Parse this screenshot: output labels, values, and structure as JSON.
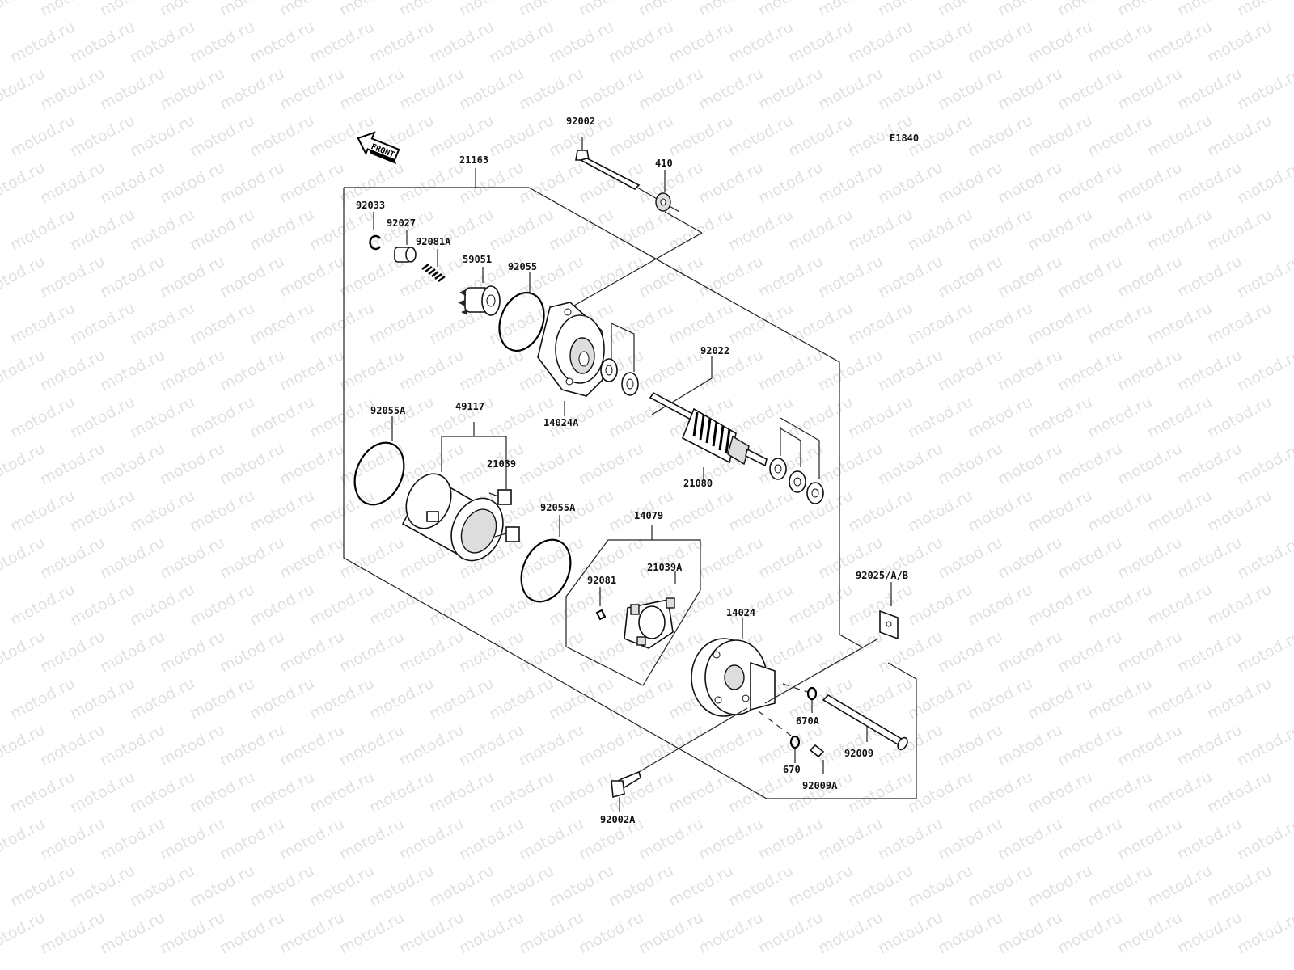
{
  "diagram": {
    "code": "E1840",
    "watermark": "motod.ru",
    "front_label": "FRONT",
    "labels": {
      "p92002": "92002",
      "p410": "410",
      "p21163": "21163",
      "p92033": "92033",
      "p92027": "92027",
      "p92081A": "92081A",
      "p59051": "59051",
      "p92055": "92055",
      "p92022": "92022",
      "p14024A": "14024A",
      "p92055A_1": "92055A",
      "p49117": "49117",
      "p21039": "21039",
      "p21080": "21080",
      "p92055A_2": "92055A",
      "p14079": "14079",
      "p92081": "92081",
      "p21039A": "21039A",
      "p92025": "92025/A/B",
      "p14024": "14024",
      "p670A": "670A",
      "p92009": "92009",
      "p670": "670",
      "p92009A": "92009A",
      "p92002A": "92002A"
    }
  }
}
